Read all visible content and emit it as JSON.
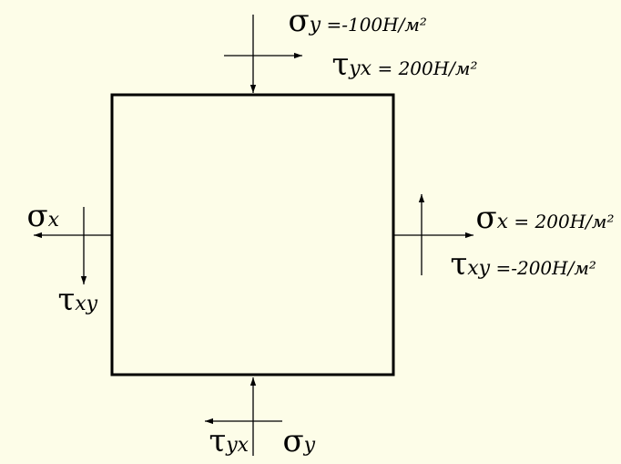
{
  "diagram": {
    "top": {
      "sigma_symbol": "σ",
      "sigma_sub": "y",
      "sigma_value": " =-100Н/м²",
      "tau_symbol": "τ",
      "tau_sub": "yx",
      "tau_value": " = 200Н/м²"
    },
    "right": {
      "sigma_symbol": "σ",
      "sigma_sub": "x",
      "sigma_value": " = 200Н/м²",
      "tau_symbol": "τ",
      "tau_sub": "xy",
      "tau_value": " =-200Н/м²"
    },
    "left": {
      "sigma_symbol": "σ",
      "sigma_sub": "x",
      "tau_symbol": "τ",
      "tau_sub": "xy"
    },
    "bottom": {
      "sigma_symbol": "σ",
      "sigma_sub": "y",
      "tau_symbol": "τ",
      "tau_sub": "yx"
    },
    "colors": {
      "background": "#fdfde8",
      "stroke": "#000000"
    }
  }
}
